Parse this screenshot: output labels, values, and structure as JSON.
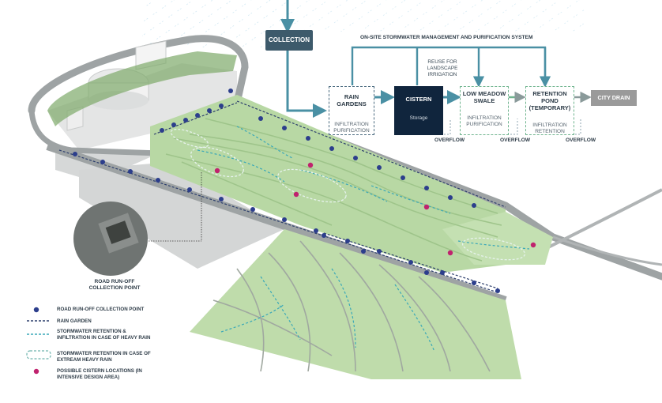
{
  "flow": {
    "collection_label": "COLLECTION",
    "system_title": "ON-SITE STORMWATER MANAGEMENT AND PURIFICATION SYSTEM",
    "reuse_label": "REUSE FOR LANDSCAPE IRRIGATION",
    "boxes": [
      {
        "title": "RAIN GARDENS",
        "sub": "INFILTRATION PURIFICATION"
      },
      {
        "title": "CISTERN",
        "sub": "Storage"
      },
      {
        "title": "LOW MEADOW SWALE",
        "sub": "INFILTRATION PURIFICATION"
      },
      {
        "title": "RETENTION POND (TEMPORARY)",
        "sub": "INFILTRATION RETENTION"
      },
      {
        "title": "CITY DRAIN",
        "sub": ""
      }
    ],
    "overflow_labels": [
      "OVERFLOW",
      "OVERFLOW",
      "OVERFLOW"
    ]
  },
  "callout": {
    "label": "ROAD RUN-OFF COLLECTION POINT"
  },
  "legend": [
    {
      "symbol": "blue-dot-icon",
      "text": "ROAD RUN-OFF COLLECTION POINT"
    },
    {
      "symbol": "dashed-navy-line-icon",
      "text": "RAIN GARDEN"
    },
    {
      "symbol": "dashed-teal-line-icon",
      "text": "STORMWATER RETENTION & INFILTRATION IN CASE OF HEAVY RAIN"
    },
    {
      "symbol": "dashed-outline-icon",
      "text": "STORMWATER RETENTION IN CASE OF EXTREAM HEAVY RAIN"
    },
    {
      "symbol": "magenta-dot-icon",
      "text": "POSSIBLE CISTERN LOCATIONS (IN INTENSIVE DESIGN AREA)"
    }
  ],
  "colors": {
    "collection_box": "#3d5a6b",
    "cistern_box": "#10253d",
    "city_drain_box": "#9a9a9a",
    "arrow": "#4a90a4",
    "collection_point": "#2c3e8c",
    "cistern_location": "#c0226e",
    "meadow": "#b8d8a4",
    "road": "#9ea3a4"
  }
}
